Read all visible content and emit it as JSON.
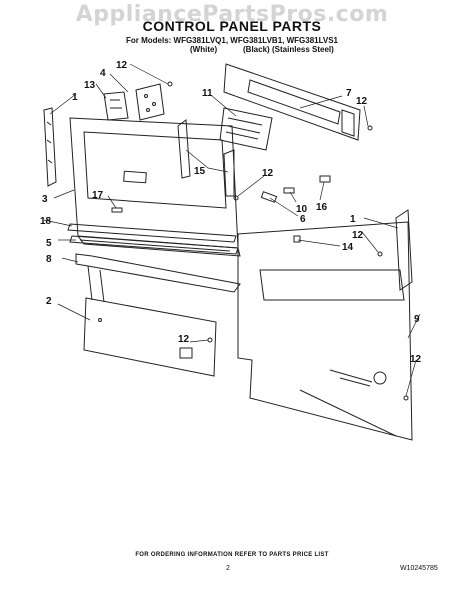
{
  "header": {
    "watermark": "AppliancePartsPros.com",
    "title": "CONTROL PANEL PARTS",
    "models_line": "For Models: WFG381LVQ1, WFG381LVB1, WFG381LVS1",
    "finishes": [
      "(White)",
      "(Black)",
      "(Stainless Steel)"
    ]
  },
  "callouts": [
    "1",
    "2",
    "3",
    "4",
    "5",
    "6",
    "7",
    "8",
    "9",
    "10",
    "11",
    "12",
    "13",
    "14",
    "15",
    "16",
    "17",
    "18"
  ],
  "footer": {
    "note": "FOR ORDERING INFORMATION REFER TO PARTS PRICE LIST",
    "page": "2",
    "doc_number": "W10245785"
  }
}
